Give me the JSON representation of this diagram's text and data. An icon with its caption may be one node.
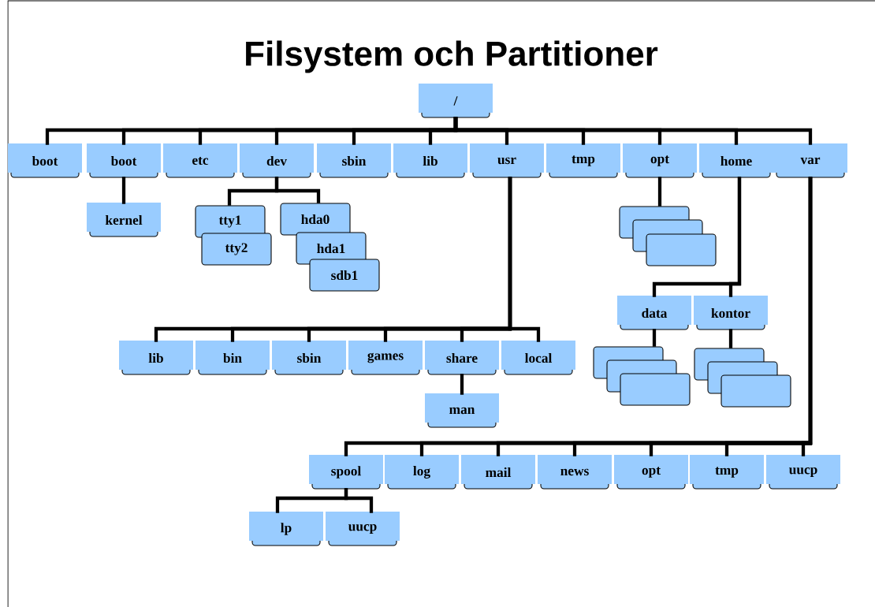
{
  "diagram": {
    "title": "Filsystem och Partitioner",
    "nodes": [
      {
        "text": [
          "/"
        ]
      },
      {
        "text": [
          "boot"
        ]
      },
      {
        "text": [
          "boot"
        ]
      },
      {
        "text": [
          "etc"
        ]
      },
      {
        "text": [
          "dev"
        ]
      },
      {
        "text": [
          "sbin"
        ]
      },
      {
        "text": [
          "lib"
        ]
      },
      {
        "text": [
          "usr"
        ]
      },
      {
        "text": [
          "tmp"
        ]
      },
      {
        "text": [
          "opt"
        ]
      },
      {
        "text": [
          "home"
        ]
      },
      {
        "text": [
          "var"
        ]
      },
      {
        "text": [
          "kernel"
        ]
      },
      {
        "text": [
          "tty1"
        ]
      },
      {
        "text": [
          "tty2"
        ]
      },
      {
        "text": [
          "hda0"
        ]
      },
      {
        "text": [
          "hda1"
        ]
      },
      {
        "text": [
          "sdb1"
        ]
      },
      {
        "text": [],
        "shape": "box"
      },
      {
        "text": [],
        "shape": "box"
      },
      {
        "text": [],
        "shape": "box"
      },
      {
        "text": [
          "data"
        ]
      },
      {
        "text": [
          "kontor"
        ]
      },
      {
        "text": [],
        "shape": "box"
      },
      {
        "text": [],
        "shape": "box"
      },
      {
        "text": [],
        "shape": "box"
      },
      {
        "text": [],
        "shape": "box"
      },
      {
        "text": [],
        "shape": "box"
      },
      {
        "text": [],
        "shape": "box"
      },
      {
        "text": [
          "lib"
        ]
      },
      {
        "text": [
          "bin"
        ]
      },
      {
        "text": [
          "sbin"
        ]
      },
      {
        "text": [
          "games"
        ]
      },
      {
        "text": [
          "share"
        ]
      },
      {
        "text": [
          "local"
        ]
      },
      {
        "text": [
          "man"
        ]
      },
      {
        "text": [
          "spool"
        ]
      },
      {
        "text": [
          "log"
        ]
      },
      {
        "text": [
          "mail"
        ]
      },
      {
        "text": [
          "news"
        ]
      },
      {
        "text": [
          "opt"
        ]
      },
      {
        "text": [
          "tmp"
        ]
      },
      {
        "text": [
          "uucp"
        ]
      },
      {
        "text": [
          "lp"
        ]
      },
      {
        "text": [
          "uucp"
        ]
      }
    ],
    "edges": [
      {
        "from": 0,
        "to": 1,
        "arrow": "none"
      },
      {
        "from": 0,
        "to": 2,
        "arrow": "none"
      },
      {
        "from": 0,
        "to": 3,
        "arrow": "none"
      },
      {
        "from": 0,
        "to": 4,
        "arrow": "none"
      },
      {
        "from": 0,
        "to": 5,
        "arrow": "none"
      },
      {
        "from": 0,
        "to": 6,
        "arrow": "none"
      },
      {
        "from": 0,
        "to": 7,
        "arrow": "none"
      },
      {
        "from": 0,
        "to": 8,
        "arrow": "none"
      },
      {
        "from": 0,
        "to": 9,
        "arrow": "none"
      },
      {
        "from": 0,
        "to": 10,
        "arrow": "none"
      },
      {
        "from": 0,
        "to": 11,
        "arrow": "none"
      },
      {
        "from": 2,
        "to": 12,
        "arrow": "none"
      },
      {
        "from": 4,
        "to": 13,
        "arrow": "none"
      },
      {
        "from": 4,
        "to": 15,
        "arrow": "none"
      },
      {
        "from": 9,
        "to": 18,
        "arrow": "none"
      },
      {
        "from": 10,
        "to": 21,
        "arrow": "none"
      },
      {
        "from": 10,
        "to": 22,
        "arrow": "none"
      },
      {
        "from": 21,
        "to": 23,
        "arrow": "none"
      },
      {
        "from": 22,
        "to": 26,
        "arrow": "none"
      },
      {
        "from": 7,
        "to": 29,
        "arrow": "none"
      },
      {
        "from": 7,
        "to": 30,
        "arrow": "none"
      },
      {
        "from": 7,
        "to": 31,
        "arrow": "none"
      },
      {
        "from": 7,
        "to": 32,
        "arrow": "none"
      },
      {
        "from": 7,
        "to": 33,
        "arrow": "none"
      },
      {
        "from": 7,
        "to": 34,
        "arrow": "none"
      },
      {
        "from": 33,
        "to": 35,
        "arrow": "none"
      },
      {
        "from": 11,
        "to": 36,
        "arrow": "none"
      },
      {
        "from": 11,
        "to": 37,
        "arrow": "none"
      },
      {
        "from": 11,
        "to": 38,
        "arrow": "none"
      },
      {
        "from": 11,
        "to": 39,
        "arrow": "none"
      },
      {
        "from": 11,
        "to": 40,
        "arrow": "none"
      },
      {
        "from": 11,
        "to": 41,
        "arrow": "none"
      },
      {
        "from": 11,
        "to": 42,
        "arrow": "none"
      },
      {
        "from": 36,
        "to": 43,
        "arrow": "none"
      },
      {
        "from": 36,
        "to": 44,
        "arrow": "none"
      }
    ]
  }
}
